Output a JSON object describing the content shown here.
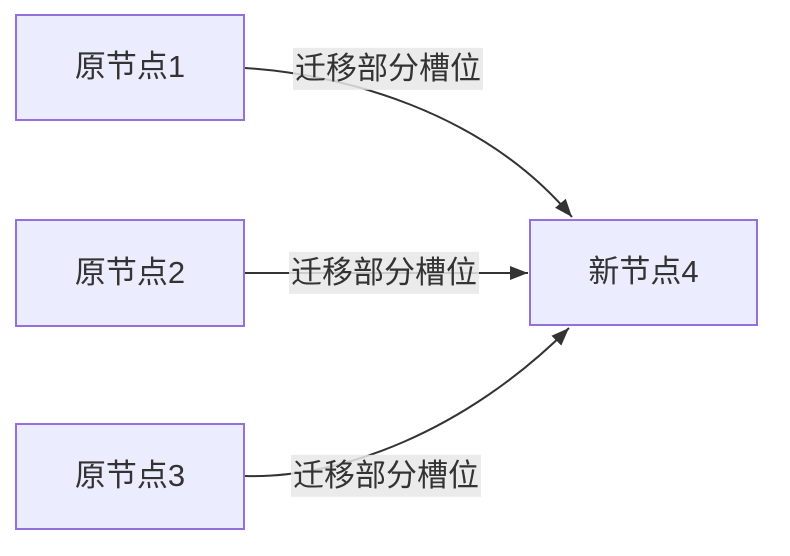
{
  "diagram": {
    "type": "flowchart",
    "direction": "left-to-right",
    "colors": {
      "background": "#ffffff",
      "node_fill": "#ECECFF",
      "node_border": "#9370DB",
      "edge_color": "#333333",
      "edge_label_bg": "rgba(232,232,232,0.85)",
      "text_color": "#333333"
    },
    "nodes": [
      {
        "id": "source-1",
        "label": "原节点1"
      },
      {
        "id": "source-2",
        "label": "原节点2"
      },
      {
        "id": "source-3",
        "label": "原节点3"
      },
      {
        "id": "target-4",
        "label": "新节点4"
      }
    ],
    "edges": [
      {
        "from": "source-1",
        "to": "target-4",
        "label": "迁移部分槽位"
      },
      {
        "from": "source-2",
        "to": "target-4",
        "label": "迁移部分槽位"
      },
      {
        "from": "source-3",
        "to": "target-4",
        "label": "迁移部分槽位"
      }
    ]
  }
}
